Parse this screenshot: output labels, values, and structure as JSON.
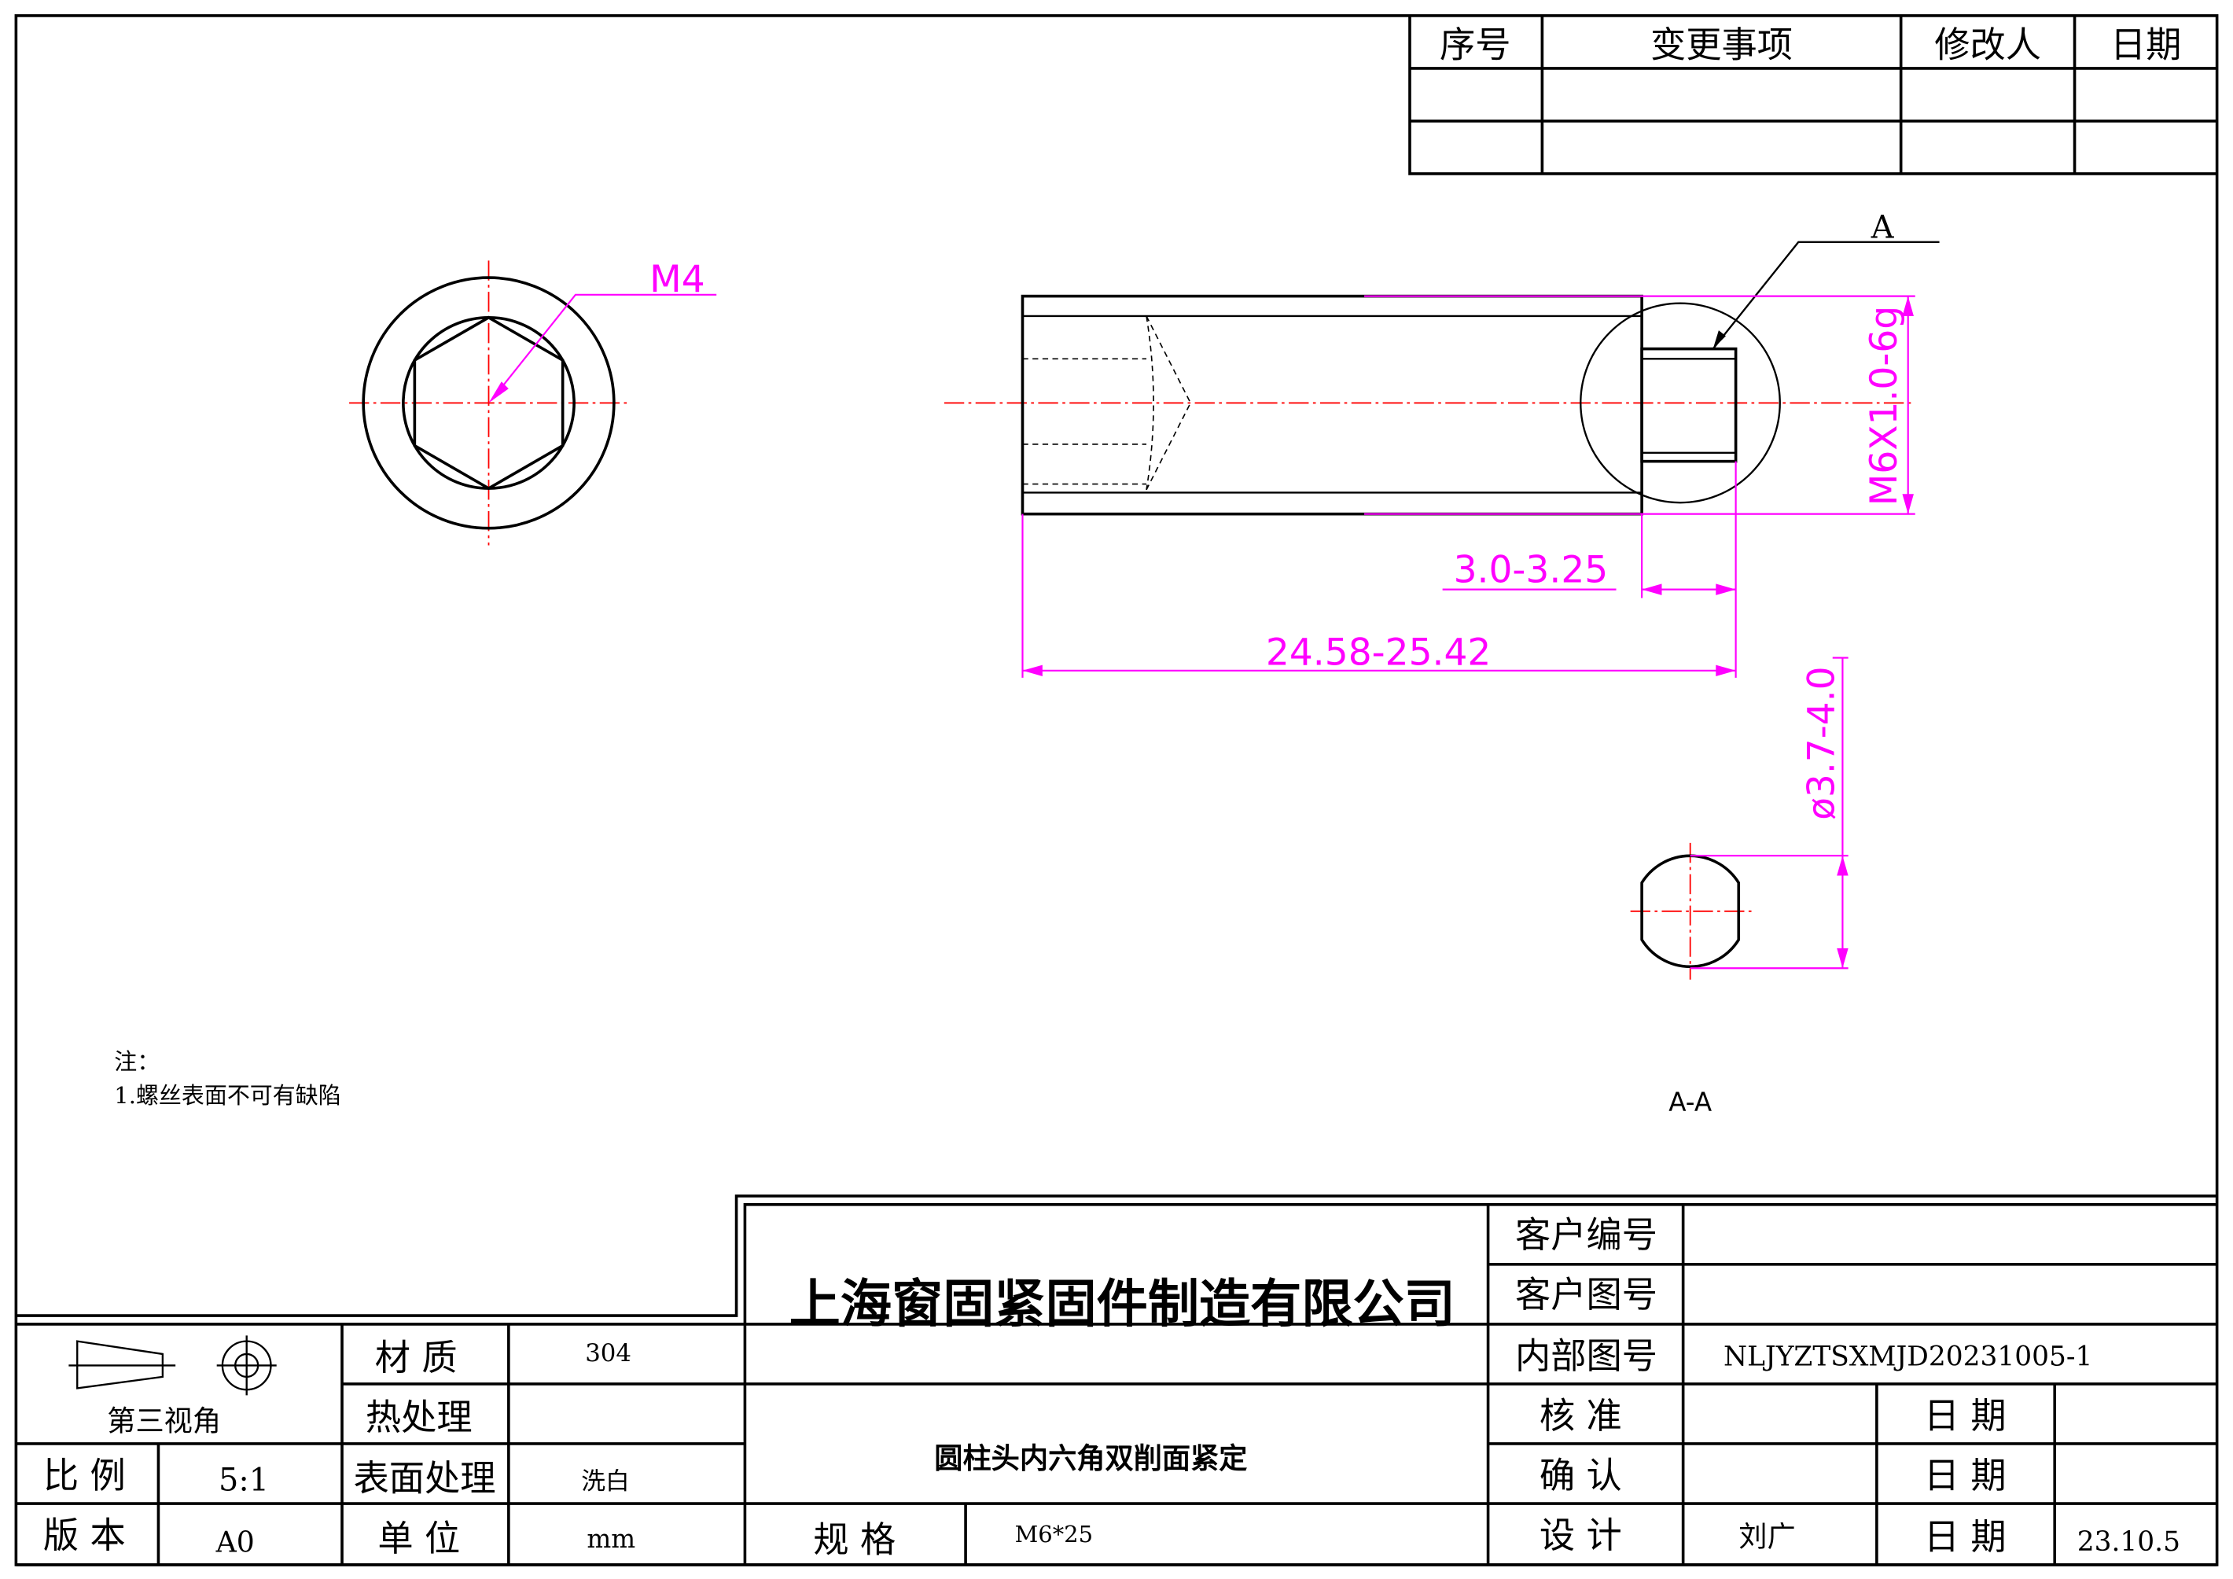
{
  "revision_table": {
    "headers": [
      "序号",
      "变更事项",
      "修改人",
      "日期"
    ]
  },
  "dimensions": {
    "thread_callout": "M4",
    "section_marker": "A",
    "thread_spec": "M6X1.0-6g",
    "tip_length": "3.0-3.25",
    "total_length": "24.58-25.42",
    "tip_diameter": "ø3.7-4.0",
    "section_label": "A-A"
  },
  "notes": {
    "title": "注：",
    "items": [
      "1.螺丝表面不可有缺陷"
    ]
  },
  "title_block": {
    "projection_label": "第三视角",
    "material_label": "材 质",
    "material_value": "304",
    "heat_treatment_label": "热处理",
    "heat_treatment_value": "",
    "surface_label": "表面处理",
    "surface_value": "洗白",
    "unit_label": "单 位",
    "unit_value": "mm",
    "scale_label": "比 例",
    "scale_value": "5:1",
    "version_label": "版 本",
    "version_value": "A0",
    "company": "上海窗固紧固件制造有限公司",
    "part_name": "圆柱头内六角双削面紧定",
    "spec_label": "规 格",
    "spec_value": "M6*25",
    "customer_no_label": "客户编号",
    "customer_drawing_label": "客户图号",
    "internal_drawing_label": "内部图号",
    "internal_drawing_value": "NLJYZTSXMJD20231005-1",
    "approve_label": "核 准",
    "confirm_label": "确 认",
    "design_label": "设 计",
    "designer": "刘广",
    "date_label": "日 期",
    "design_date": "23.10.5"
  },
  "colors": {
    "dimension": "#ff00ff",
    "centerline": "#ff0000",
    "outline": "#000000"
  }
}
